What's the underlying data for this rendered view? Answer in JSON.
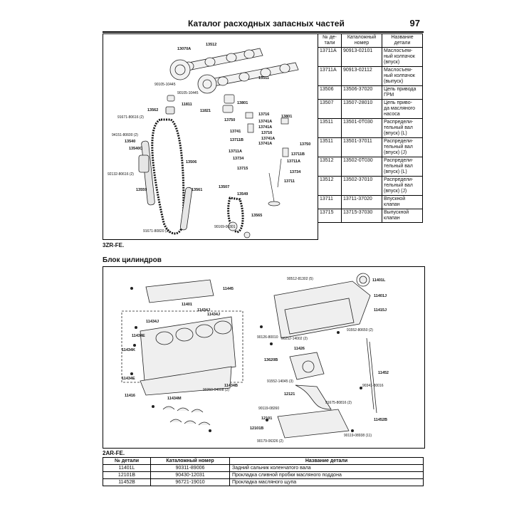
{
  "header": {
    "title": "Каталог расходных запасных частей",
    "page": "97"
  },
  "parts_table": {
    "col1": "№ де-\nтали",
    "col2": "Каталожный\nномер",
    "col3": "Название\nдетали",
    "rows": [
      [
        "13711A",
        "90913-02101",
        "Маслосъем-\nный колпачок\n(впуск)"
      ],
      [
        "13711A",
        "90913-02112",
        "Маслосъем-\nный колпачок\n(выпуск)"
      ],
      [
        "13506",
        "13506-37020",
        "Цепь привода\nГРМ"
      ],
      [
        "13507",
        "13507-28010",
        "Цепь приво-\nда масляного\nнасоса"
      ],
      [
        "13511",
        "13501-0T030",
        "Распредели-\nтельный вал\n(впуск) (L)"
      ],
      [
        "13511",
        "13501-37011",
        "Распредели-\nтельный вал\n(впуск) (J)"
      ],
      [
        "13512",
        "13502-0T030",
        "Распредели-\nтельный вал\n(впуск) (L)"
      ],
      [
        "13512",
        "13502-37010",
        "Распредели-\nтельный вал\n(впуск) (J)"
      ],
      [
        "13711",
        "13711-37020",
        "Впускной\nклапан"
      ],
      [
        "13715",
        "13715-37030",
        "Выпускной\nклапан"
      ]
    ]
  },
  "diagram1": {
    "labels": [
      "13512",
      "13070A",
      "13511",
      "90105-10445",
      "90105-10445",
      "11811",
      "11821",
      "13801",
      "13562",
      "91671-80616 (2)",
      "13716",
      "13741A",
      "13741A",
      "13716",
      "13741A",
      "13741A",
      "13801",
      "94151-80600 (2)",
      "13540",
      "13540C",
      "13506",
      "13750",
      "13711B",
      "13741",
      "13750",
      "13711A",
      "13711A",
      "13711B",
      "13734",
      "13734",
      "13715",
      "13711",
      "92132-80616 (2)",
      "13559",
      "13561",
      "13507",
      "13549",
      "13565",
      "90169-06301",
      "91671-80820 (2)"
    ],
    "model": "3ZR-FE."
  },
  "section_title": "Блок цилиндров",
  "diagram2": {
    "labels": [
      "11445",
      "11401",
      "11434J",
      "11434J",
      "11434J",
      "11434E",
      "11434K",
      "11434B",
      "11434E",
      "11416",
      "11434M",
      "90250-04008 (2)",
      "90512-81302 (5)",
      "11401L",
      "11415J",
      "91552-80650 (2)",
      "90126-80010",
      "90252-14002 (2)",
      "11426",
      "13620B",
      "11452",
      "91552-14045 (3)",
      "12121",
      "90341-80016",
      "91675-80816 (2)",
      "11452B",
      "90119-08260",
      "12101",
      "12101B",
      "90119-08938 (11)",
      "90179-06326 (2)",
      "11401J"
    ],
    "model": "2AR-FE."
  },
  "bottom_table": {
    "headers": [
      "№ детали",
      "Каталожный номер",
      "Название детали"
    ],
    "rows": [
      [
        "11401L",
        "90311-89006",
        "Задний сальник коленчатого вала"
      ],
      [
        "12101B",
        "90430-12031",
        "Прокладка сливной пробки масляного поддона"
      ],
      [
        "11452B",
        "96721-19010",
        "Прокладка масляного щупа"
      ]
    ]
  }
}
